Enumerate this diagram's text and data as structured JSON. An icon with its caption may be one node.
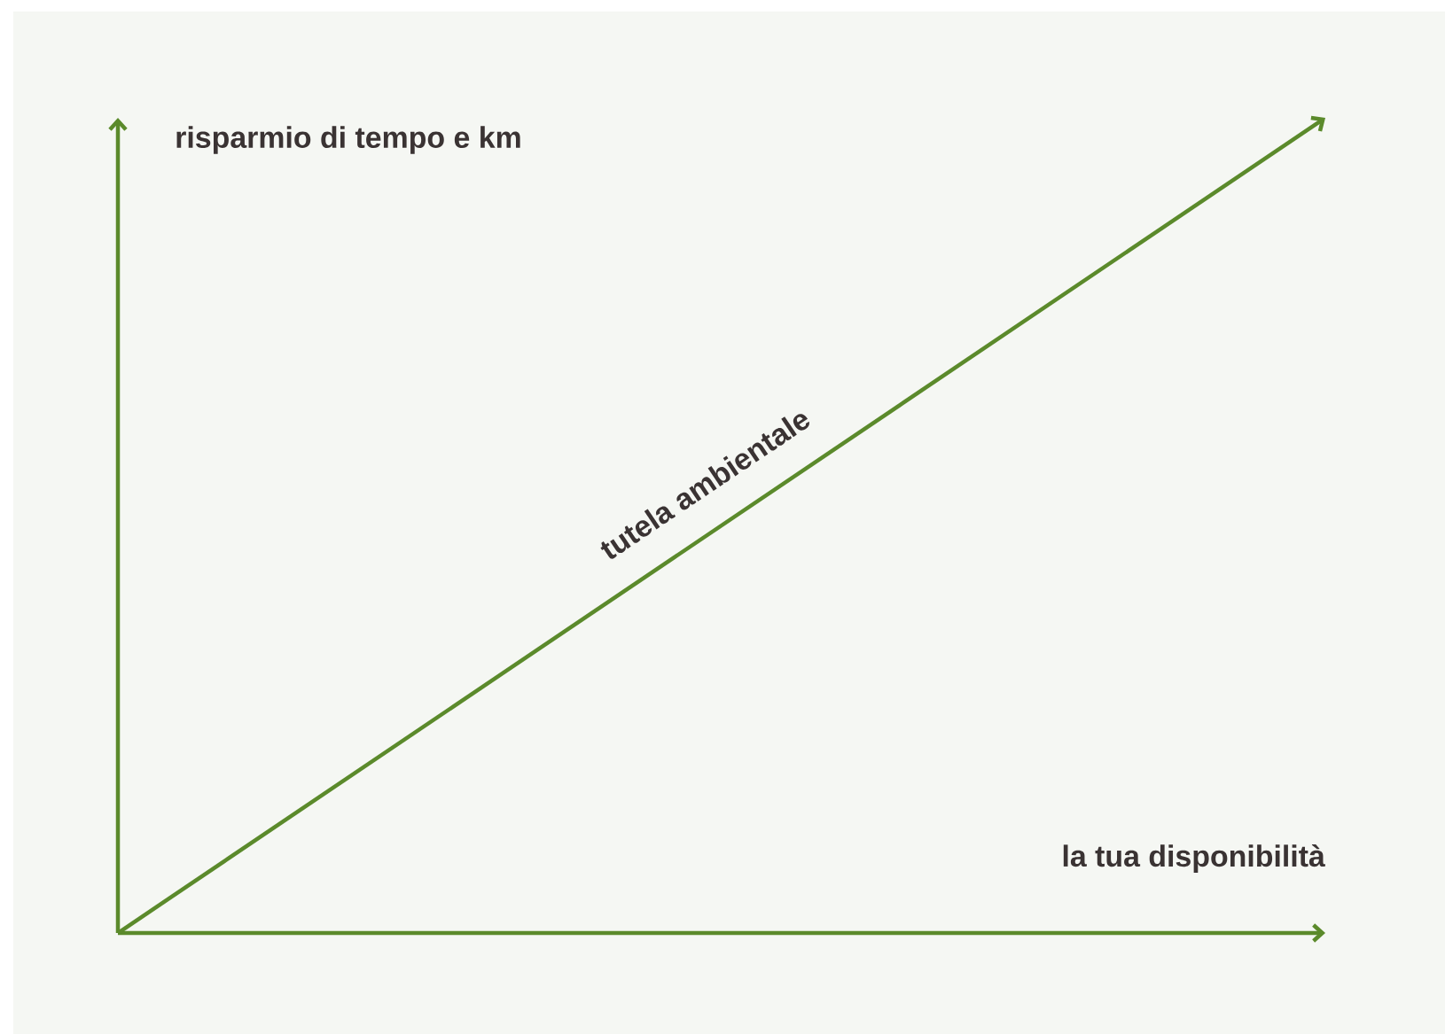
{
  "diagram": {
    "labels": [
      "risparmio di tempo e km",
      "tutela ambientale",
      "la tua disponibilità"
    ]
  }
}
